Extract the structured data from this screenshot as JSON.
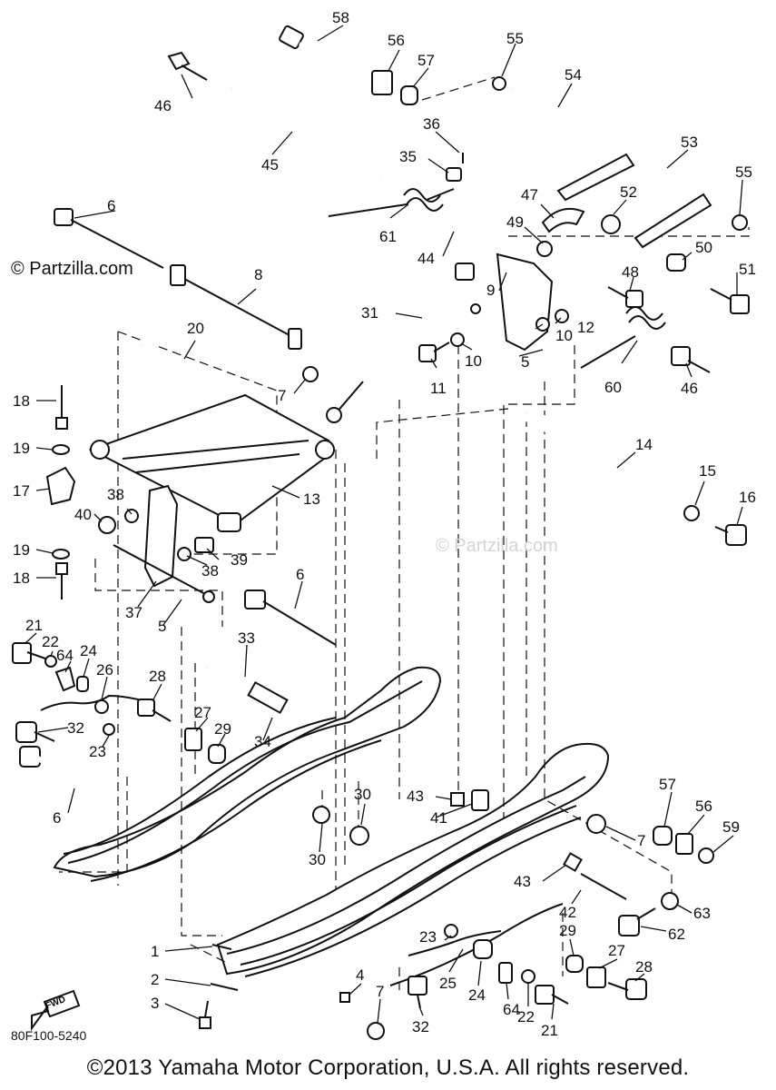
{
  "watermark": {
    "primary": "© Partzilla.com",
    "repeat": "© Partzilla.com"
  },
  "diagram_code": "80F100-5240",
  "fwd_label": "FWD",
  "copyright": "©2013 Yamaha Motor Corporation, U.S.A. All rights reserved.",
  "labels": {
    "l1": "1",
    "l2": "2",
    "l3": "3",
    "l4": "4",
    "l5a": "5",
    "l5b": "5",
    "l6a": "6",
    "l6b": "6",
    "l6c": "6",
    "l7a": "7",
    "l7b": "7",
    "l7c": "7",
    "l8": "8",
    "l9": "9",
    "l10a": "10",
    "l10b": "10",
    "l11": "11",
    "l12": "12",
    "l13": "13",
    "l14": "14",
    "l15": "15",
    "l16": "16",
    "l17": "17",
    "l18a": "18",
    "l18b": "18",
    "l19a": "19",
    "l19b": "19",
    "l20": "20",
    "l21a": "21",
    "l21b": "21",
    "l22a": "22",
    "l22b": "22",
    "l23a": "23",
    "l23b": "23",
    "l24a": "24",
    "l24b": "24",
    "l25": "25",
    "l26": "26",
    "l27a": "27",
    "l27b": "27",
    "l28a": "28",
    "l28b": "28",
    "l29a": "29",
    "l29b": "29",
    "l30a": "30",
    "l30b": "30",
    "l31": "31",
    "l32a": "32",
    "l32b": "32",
    "l33": "33",
    "l34": "34",
    "l35": "35",
    "l36": "36",
    "l37": "37",
    "l38a": "38",
    "l38b": "38",
    "l39": "39",
    "l40": "40",
    "l41": "41",
    "l42": "42",
    "l43a": "43",
    "l43b": "43",
    "l44": "44",
    "l45": "45",
    "l46a": "46",
    "l46b": "46",
    "l47": "47",
    "l48": "48",
    "l49": "49",
    "l50": "50",
    "l51": "51",
    "l52": "52",
    "l53": "53",
    "l54": "54",
    "l55a": "55",
    "l55b": "55",
    "l56a": "56",
    "l56b": "56",
    "l57a": "57",
    "l57b": "57",
    "l58": "58",
    "l59": "59",
    "l60": "60",
    "l61": "61",
    "l62": "62",
    "l63": "63",
    "l64a": "64",
    "l64b": "64"
  }
}
